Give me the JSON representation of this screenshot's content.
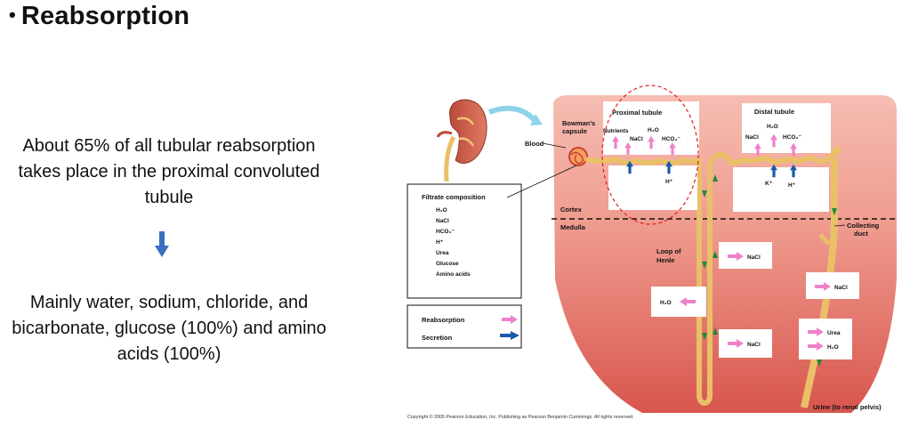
{
  "slide": {
    "bullet": "•",
    "title": "Reabsorption",
    "summary": "About 65% of all tubular reabsorption takes place in the proximal convoluted tubule",
    "detail": "Mainly water, sodium, chloride, and bicarbonate, glucose (100%) and amino acids (100%)"
  },
  "diagram": {
    "labels": {
      "blood": "Blood",
      "bowmans_capsule": [
        "Bowman's",
        "capsule"
      ],
      "proximal_tubule": "Proximal tubule",
      "distal_tubule": "Distal tubule",
      "cortex": "Cortex",
      "medulla": "Medulla",
      "loop_of_henle": [
        "Loop of",
        "Henle"
      ],
      "collecting_duct": [
        "Collecting",
        "duct"
      ],
      "urine": "Urine (to renal pelvis)"
    },
    "proximal_substances": {
      "nutrients": "Nutrients",
      "h2o": "H₂O",
      "nacl": "NaCl",
      "hco3": "HCO₃⁻",
      "h_plus": "H⁺"
    },
    "distal_substances": {
      "nacl": "NaCl",
      "h2o": "H₂O",
      "hco3": "HCO₃⁻",
      "k_plus": "K⁺",
      "h_plus": "H⁺"
    },
    "filtrate": {
      "title": "Filtrate composition",
      "items": [
        "H₂O",
        "NaCl",
        "HCO₃⁻",
        "H⁺",
        "Urea",
        "Glucose",
        "Amino acids"
      ]
    },
    "legend": {
      "reabsorption": "Reabsorption",
      "secretion": "Secretion"
    },
    "loop_boxes": {
      "nacl_upper": "NaCl",
      "h2o": "H₂O",
      "nacl_lower": "NaCl"
    },
    "duct_boxes": {
      "nacl": "NaCl",
      "urea": "Urea",
      "h2o": "H₂O"
    },
    "copyright": "Copyright © 2005 Pearson Education, Inc. Publishing as Pearson Benjamin Cummings. All rights reserved.",
    "colors": {
      "reabsorption": "#ee82c8",
      "secretion": "#1a5aa8",
      "tissue": "#e8847e",
      "tubule": "#e9c068",
      "highlight": "#e02020"
    }
  }
}
